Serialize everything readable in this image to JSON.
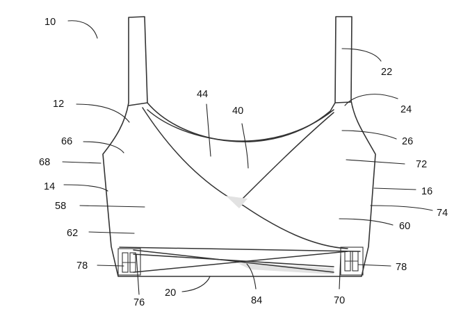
{
  "figure": {
    "labels": {
      "ref_10": "10",
      "ref_12": "12",
      "ref_14": "14",
      "ref_16": "16",
      "ref_20": "20",
      "ref_22": "22",
      "ref_24": "24",
      "ref_26": "26",
      "ref_40": "40",
      "ref_44": "44",
      "ref_58": "58",
      "ref_60": "60",
      "ref_62": "62",
      "ref_66": "66",
      "ref_68": "68",
      "ref_70": "70",
      "ref_72": "72",
      "ref_74": "74",
      "ref_76": "76",
      "ref_78_left": "78",
      "ref_78_right": "78",
      "ref_84": "84"
    },
    "colors": {
      "line": "#333333",
      "shading": "#e2e2e2",
      "background": "#ffffff"
    }
  }
}
